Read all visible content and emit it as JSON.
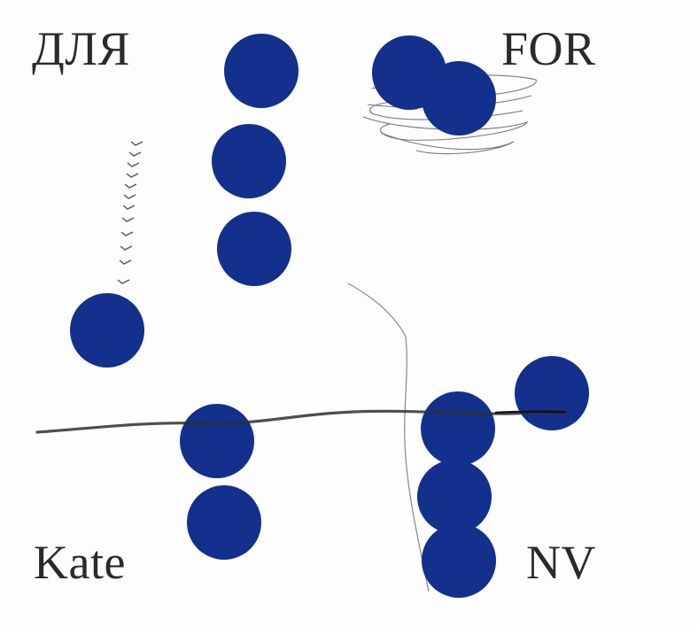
{
  "labels": {
    "top_left": "ДЛЯ",
    "top_right": "FOR",
    "bottom_left": "Kate",
    "bottom_right": "NV"
  },
  "colors": {
    "dot": "#13308c",
    "text": "#2a2a2a",
    "pencil": "#3a3a3a",
    "background": "#fdfdfd"
  }
}
